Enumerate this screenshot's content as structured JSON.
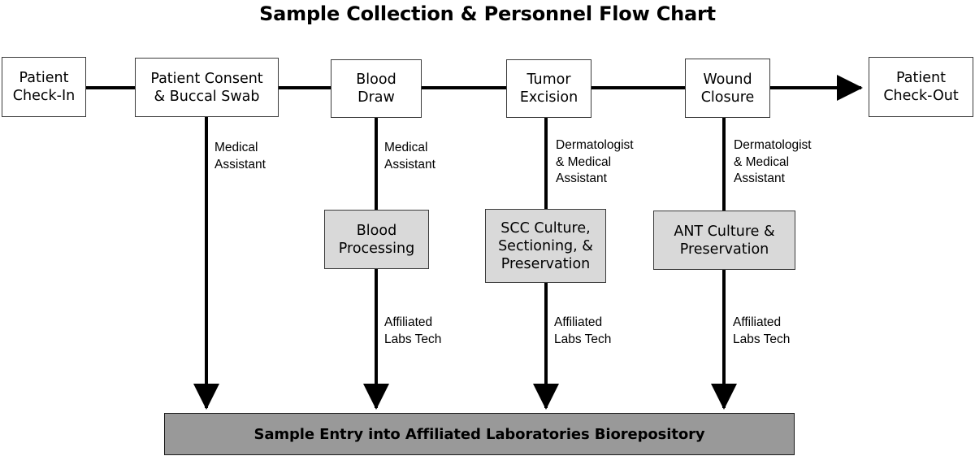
{
  "title": "Sample Collection & Personnel Flow Chart",
  "colors": {
    "process_fill": "#d9d9d9",
    "repository_fill": "#999999",
    "node_fill": "#ffffff",
    "stroke": "#3b3b3b",
    "text": "#000000"
  },
  "flow_nodes": [
    {
      "id": "patient-check-in",
      "label": "Patient\nCheck-In"
    },
    {
      "id": "patient-consent-buccal-swab",
      "label": "Patient Consent\n& Buccal Swab"
    },
    {
      "id": "blood-draw",
      "label": "Blood\nDraw"
    },
    {
      "id": "tumor-excision",
      "label": "Tumor\nExcision"
    },
    {
      "id": "wound-closure",
      "label": "Wound\nClosure"
    },
    {
      "id": "patient-check-out",
      "label": "Patient\nCheck-Out"
    }
  ],
  "process_nodes": [
    {
      "id": "blood-processing",
      "label": "Blood\nProcessing"
    },
    {
      "id": "scc-culture",
      "label": "SCC Culture,\nSectioning, &\nPreservation"
    },
    {
      "id": "ant-culture",
      "label": "ANT Culture &\nPreservation"
    }
  ],
  "role_labels": [
    {
      "id": "role-consent-collector",
      "label": "Medical\nAssistant"
    },
    {
      "id": "role-blood-collector",
      "label": "Medical\nAssistant"
    },
    {
      "id": "role-tumor-collector",
      "label": "Dermatologist\n& Medical\nAssistant"
    },
    {
      "id": "role-wound-collector",
      "label": "Dermatologist\n& Medical\nAssistant"
    },
    {
      "id": "role-blood-lab",
      "label": "Affiliated\nLabs Tech"
    },
    {
      "id": "role-scc-lab",
      "label": "Affiliated\nLabs Tech"
    },
    {
      "id": "role-ant-lab",
      "label": "Affiliated\nLabs Tech"
    }
  ],
  "repository": {
    "id": "biorepository-bar",
    "label": "Sample Entry into Affiliated Laboratories Biorepository"
  }
}
